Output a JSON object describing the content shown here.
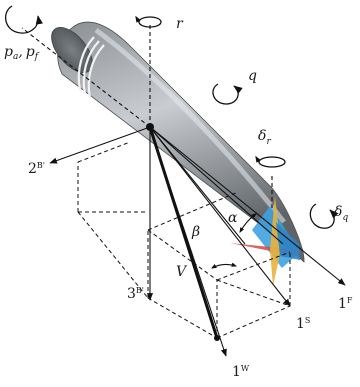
{
  "labels": {
    "roll_rate_p": "p",
    "roll_sub_a": "a",
    "roll_sep": ",",
    "roll_rate_p2": "p",
    "roll_sub_f": "f",
    "yaw_rate": "r",
    "pitch_rate": "q",
    "rudder_delta": "δ",
    "rudder_sub": "r",
    "elevator_delta": "δ",
    "elevator_sub": "q",
    "sideslip": "β",
    "attack": "α",
    "velocity": "V",
    "axis_2B_num": "2",
    "axis_2B_sup": "B'",
    "axis_3B_num": "3",
    "axis_3B_sup": "B'",
    "axis_1W_num": "1",
    "axis_1W_sup": "W",
    "axis_1S_num": "1",
    "axis_1S_sup": "S",
    "axis_1F_num": "1",
    "axis_1F_sup": "F"
  },
  "colors": {
    "body_dark": "#6f7479",
    "body_light": "#d4d8dc",
    "fin_blue": "#3fa2e0",
    "fin_red": "#d24b4b",
    "fin_yellow": "#e8b23c",
    "line": "#111111"
  }
}
